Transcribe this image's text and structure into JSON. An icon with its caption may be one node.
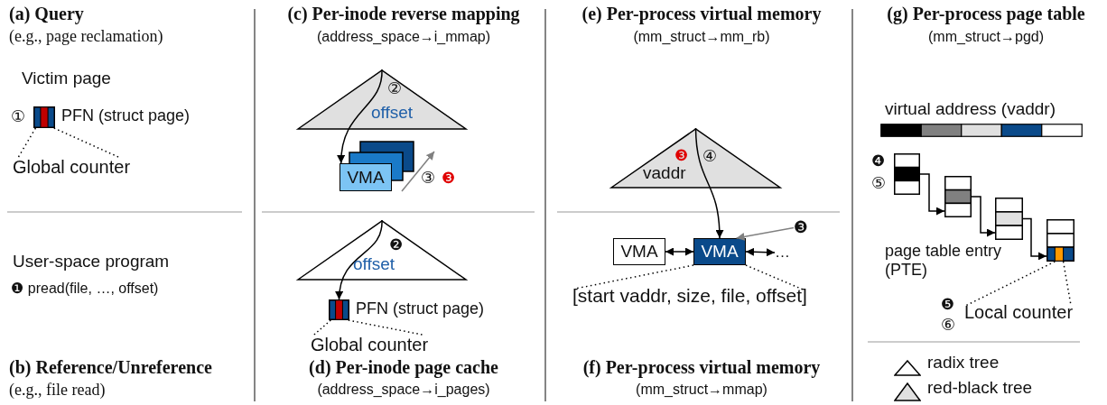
{
  "diagram": {
    "nodes": [
      {
        "text": [],
        "shape": "box",
        "beside": [
          "①",
          "PFN (struct page)"
        ]
      },
      {
        "text": [
          "Global counter"
        ]
      },
      {
        "text": [
          "②",
          "offset"
        ]
      },
      {
        "text": [
          "VMA"
        ]
      },
      {
        "text": [
          "❷",
          "offset"
        ]
      },
      {
        "text": [],
        "shape": "box",
        "beside": [
          "PFN (struct page)"
        ]
      },
      {
        "text": [
          "Global counter"
        ]
      },
      {
        "text": [
          "❸",
          "④",
          "vaddr"
        ]
      },
      {
        "text": [
          "VMA"
        ]
      },
      {
        "text": [
          "VMA"
        ]
      },
      {
        "text": [
          "…"
        ]
      },
      {
        "text": [
          "[start vaddr, size, file, offset]"
        ]
      },
      {
        "text": [
          "❸"
        ]
      },
      {
        "text": [],
        "shape": "bar",
        "beside": [
          "virtual address (vaddr)"
        ]
      },
      {
        "text": [],
        "shape": "box",
        "beside": [
          "❹",
          "⑤"
        ]
      },
      {
        "text": [],
        "shape": "box"
      },
      {
        "text": [],
        "shape": "box"
      },
      {
        "text": [],
        "shape": "box"
      },
      {
        "text": [
          "Local counter"
        ],
        "beside": [
          "❺",
          "⑥"
        ]
      }
    ],
    "edges": [
      {
        "from": 1,
        "to": 0,
        "arrow": "none",
        "style": "dashed"
      },
      {
        "from": 1,
        "to": 0,
        "arrow": "none",
        "style": "dashed"
      },
      {
        "from": 2,
        "to": 3,
        "arrow": "to"
      },
      {
        "from": 4,
        "to": 5,
        "arrow": "to"
      },
      {
        "from": 6,
        "to": 5,
        "arrow": "none",
        "style": "dashed"
      },
      {
        "from": 6,
        "to": 5,
        "arrow": "none",
        "style": "dashed"
      },
      {
        "from": 7,
        "to": 9,
        "arrow": "to"
      },
      {
        "from": 8,
        "to": 9,
        "arrow": "both"
      },
      {
        "from": 9,
        "to": 10,
        "arrow": "both"
      },
      {
        "from": 12,
        "to": 9,
        "arrow": "to",
        "color": "#808080"
      },
      {
        "from": 11,
        "to": 9,
        "arrow": "none",
        "style": "dashed"
      },
      {
        "from": 11,
        "to": 9,
        "arrow": "none",
        "style": "dashed"
      },
      {
        "from": 14,
        "to": 15,
        "arrow": "to"
      },
      {
        "from": 15,
        "to": 16,
        "arrow": "to"
      },
      {
        "from": 16,
        "to": 17,
        "arrow": "to"
      },
      {
        "from": 18,
        "to": 17,
        "arrow": "none",
        "style": "dashed"
      },
      {
        "from": 18,
        "to": 17,
        "arrow": "none",
        "style": "dashed"
      }
    ],
    "labels": [
      "(a) Query",
      "(e.g., page reclamation)",
      "Victim page",
      "User-space program",
      "❶ pread(file, …, offset)",
      "(b) Reference/Unreference",
      "(e.g., file read)",
      "(c) Per-inode reverse mapping",
      "(address_space→i_mmap)",
      "③",
      "❸",
      "(d) Per-inode page cache",
      "(address_space→i_pages)",
      "(e) Per-process virtual memory",
      "(mm_struct→mm_rb)",
      "(f) Per-process virtual memory",
      "(mm_struct→mmap)",
      "(g) Per-process page table",
      "(mm_struct→pgd)",
      "page table entry (PTE)"
    ],
    "legend": [
      {
        "text": "radix tree"
      },
      {
        "text": "red-black tree"
      }
    ]
  }
}
